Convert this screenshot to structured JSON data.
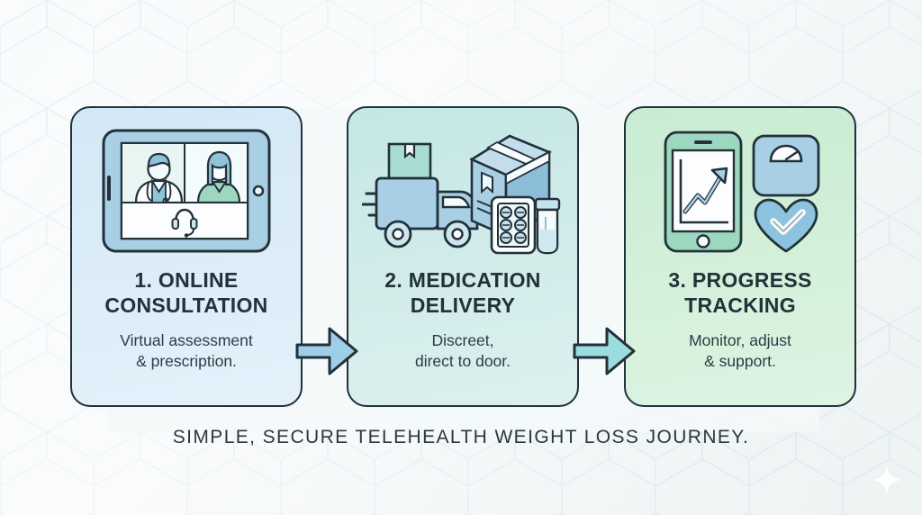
{
  "theme": {
    "background": "#f2f6f7",
    "outline": "#22313a",
    "card1_bg": "#dcedf8",
    "card2_bg": "#d2ecea",
    "card3_bg": "#d4f0da",
    "arrow1_fill": "#9fcfe8",
    "arrow2_fill": "#9bdcdc",
    "icon_blue": "#a8cfe4",
    "icon_teal": "#a9ddd4",
    "icon_green": "#a5d9b4"
  },
  "steps": [
    {
      "number": "1.",
      "title": "1. ONLINE\nCONSULTATION",
      "title_line1": "1. ONLINE",
      "title_line2": "CONSULTATION",
      "subtitle_line1": "Virtual assessment",
      "subtitle_line2": "& prescription.",
      "icon": "tablet-video-consultation-icon"
    },
    {
      "number": "2.",
      "title": "2. MEDICATION\nDELIVERY",
      "title_line1": "2. MEDICATION",
      "title_line2": "DELIVERY",
      "subtitle_line1": "Discreet,",
      "subtitle_line2": "direct to door.",
      "icon": "delivery-truck-package-medication-icon"
    },
    {
      "number": "3.",
      "title": "3. PROGRESS\nTRACKING",
      "title_line1": "3. PROGRESS",
      "title_line2": "TRACKING",
      "subtitle_line1": "Monitor, adjust",
      "subtitle_line2": "& support.",
      "icon": "phone-chart-scale-heart-icon"
    }
  ],
  "arrows": [
    {
      "name": "arrow-step1-to-step2",
      "direction": "right"
    },
    {
      "name": "arrow-step2-to-step3",
      "direction": "right"
    }
  ],
  "caption": "SIMPLE, SECURE TELEHEALTH WEIGHT LOSS JOURNEY.",
  "decorations": {
    "background_pattern": "hexagon-honeycomb-pattern",
    "sparkle": "four-point-sparkle-icon"
  }
}
